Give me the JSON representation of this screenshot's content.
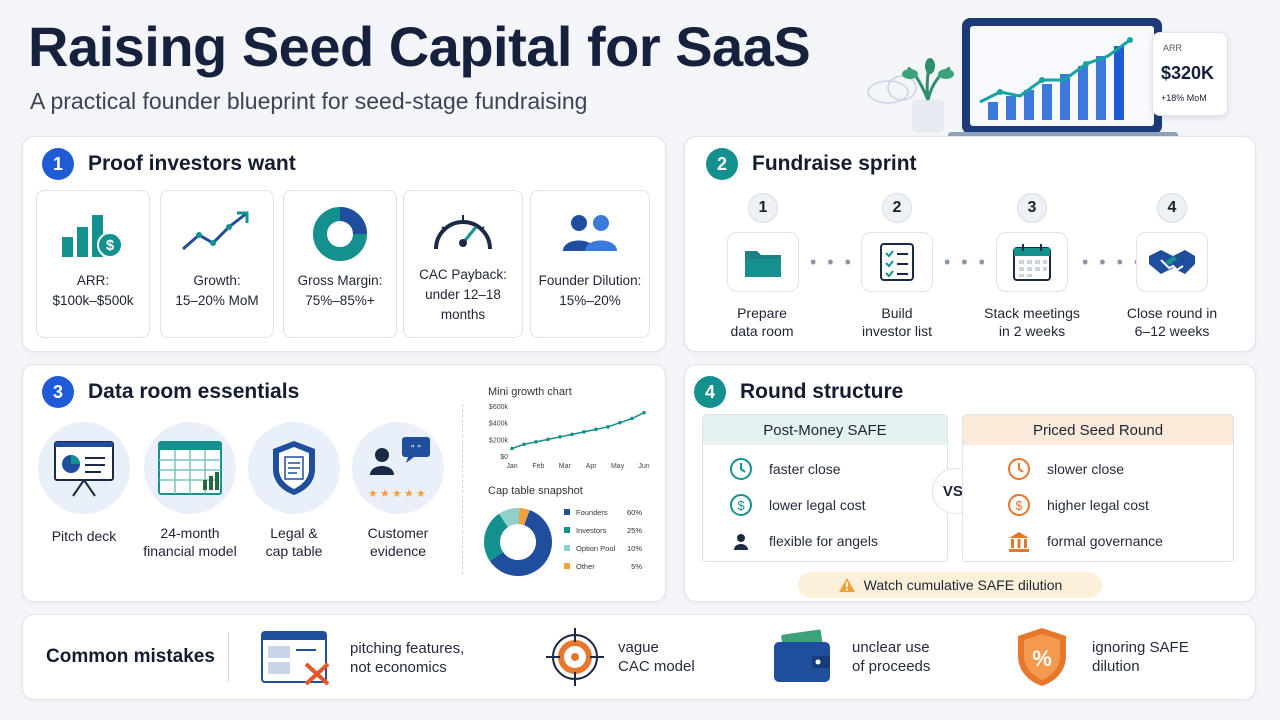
{
  "header": {
    "title": "Raising Seed Capital for SaaS",
    "subtitle": "A practical founder blueprint for seed-stage fundraising"
  },
  "hero_card": {
    "label": "ARR",
    "value": "$320K",
    "delta": "+18% MoM"
  },
  "proof": {
    "num": "1",
    "title": "Proof investors want",
    "tiles": [
      {
        "icon": "revenue-chart-icon",
        "line1": "ARR:",
        "line2": "$100k–$500k",
        "line3": ""
      },
      {
        "icon": "growth-trend-icon",
        "line1": "Growth:",
        "line2": "15–20% MoM",
        "line3": ""
      },
      {
        "icon": "donut-chart-icon",
        "line1": "Gross Margin:",
        "line2": "75%–85%+",
        "line3": ""
      },
      {
        "icon": "gauge-icon",
        "line1": "CAC Payback:",
        "line2": "under 12–18",
        "line3": "months"
      },
      {
        "icon": "founders-icon",
        "line1": "Founder Dilution:",
        "line2": "15%–20%",
        "line3": ""
      }
    ]
  },
  "sprint": {
    "num": "2",
    "title": "Fundraise sprint",
    "dots": "• • • •",
    "steps": [
      {
        "n": "1",
        "icon": "folder-icon",
        "line1": "Prepare",
        "line2": "data room"
      },
      {
        "n": "2",
        "icon": "checklist-icon",
        "line1": "Build",
        "line2": "investor list"
      },
      {
        "n": "3",
        "icon": "calendar-icon",
        "line1": "Stack meetings",
        "line2": "in 2 weeks"
      },
      {
        "n": "4",
        "icon": "handshake-icon",
        "line1": "Close round in",
        "line2": "6–12 weeks"
      }
    ]
  },
  "dataroom": {
    "num": "3",
    "title": "Data room essentials",
    "items": [
      {
        "icon": "presentation-icon",
        "line1": "Pitch deck",
        "line2": ""
      },
      {
        "icon": "spreadsheet-icon",
        "line1": "24-month",
        "line2": "financial model"
      },
      {
        "icon": "shield-document-icon",
        "line1": "Legal &",
        "line2": "cap table"
      },
      {
        "icon": "customer-review-icon",
        "line1": "Customer",
        "line2": "evidence"
      }
    ],
    "mini_chart_title": "Mini growth chart",
    "cap_title": "Cap table snapshot"
  },
  "chart_data": [
    {
      "type": "line",
      "title": "Mini growth chart",
      "categories": [
        "Jan",
        "Feb",
        "Mar",
        "Apr",
        "May",
        "Jun"
      ],
      "yticks": [
        "$600k",
        "$400k",
        "$200k",
        "$0"
      ],
      "ylim": [
        0,
        600
      ],
      "values": [
        90,
        140,
        170,
        200,
        230,
        260,
        290,
        320,
        350,
        400,
        450,
        520
      ]
    },
    {
      "type": "pie",
      "title": "Cap table snapshot",
      "slices": [
        {
          "label": "Founders",
          "value": 60,
          "display": "60%",
          "color": "#1f4e9c"
        },
        {
          "label": "Investors",
          "value": 25,
          "display": "25%",
          "color": "#14918e"
        },
        {
          "label": "Option Pool",
          "value": 10,
          "display": "10%",
          "color": "#8fd0cc"
        },
        {
          "label": "Other",
          "value": 5,
          "display": "5%",
          "color": "#f0a03c"
        }
      ]
    }
  ],
  "round": {
    "num": "4",
    "title": "Round structure",
    "vs": "VS.",
    "safe": {
      "title": "Post-Money SAFE",
      "rows": [
        {
          "icon": "clock-icon",
          "text": "faster close"
        },
        {
          "icon": "dollar-icon",
          "text": "lower legal cost"
        },
        {
          "icon": "person-icon",
          "text": "flexible for angels"
        }
      ]
    },
    "priced": {
      "title": "Priced Seed Round",
      "rows": [
        {
          "icon": "clock-icon",
          "text": "slower close"
        },
        {
          "icon": "dollar-icon",
          "text": "higher legal cost"
        },
        {
          "icon": "bank-icon",
          "text": "formal governance"
        }
      ]
    },
    "warning": "Watch cumulative SAFE dilution"
  },
  "mistakes": {
    "title": "Common mistakes",
    "items": [
      {
        "icon": "browser-x-icon",
        "line1": "pitching features,",
        "line2": "not economics"
      },
      {
        "icon": "target-icon",
        "line1": "vague",
        "line2": "CAC model"
      },
      {
        "icon": "wallet-icon",
        "line1": "unclear use",
        "line2": "of proceeds"
      },
      {
        "icon": "percent-shield-icon",
        "line1": "ignoring SAFE",
        "line2": "dilution"
      }
    ]
  },
  "colors": {
    "navy": "#15213d",
    "blue": "#1f5bd6",
    "teal": "#14918e",
    "orange": "#e8772e",
    "safe_header": "#e6f2f1",
    "priced_header": "#fbe9da",
    "warning_bg": "#fdf0d8"
  }
}
